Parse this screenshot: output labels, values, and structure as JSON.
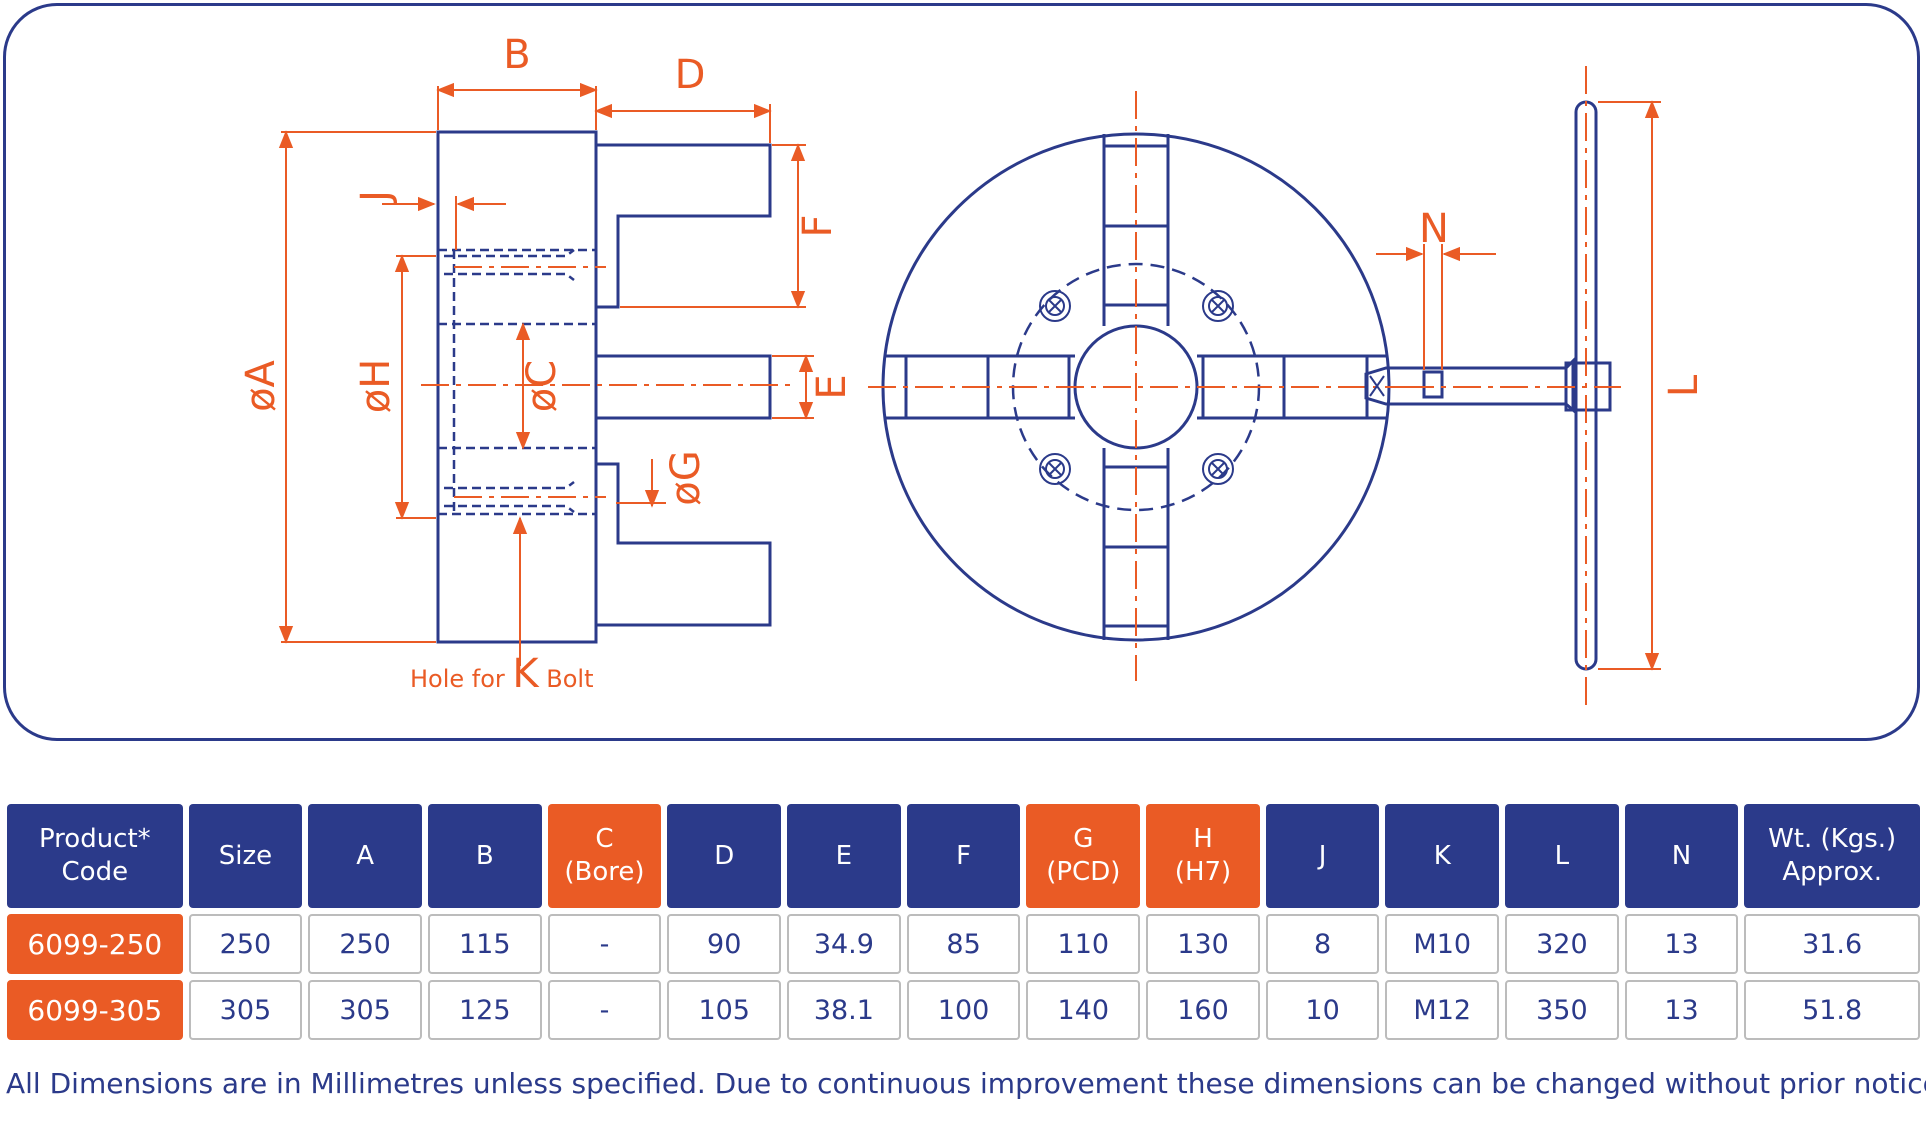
{
  "colors": {
    "navy": "#2b3a8a",
    "orange": "#ea5b25",
    "cell_border": "#bcbcbc"
  },
  "diagram": {
    "labels": {
      "B": "B",
      "D": "D",
      "J": "J",
      "F": "F",
      "A": "øA",
      "H": "øH",
      "C": "øC",
      "E": "E",
      "G": "øG",
      "N": "N",
      "L": "L"
    },
    "hole_note": {
      "prefix": "Hole for ",
      "letter": "K",
      "suffix": " Bolt"
    }
  },
  "table": {
    "headers": [
      {
        "line1": "Product*",
        "line2": "Code",
        "accent": false
      },
      {
        "line1": "Size",
        "line2": "",
        "accent": false
      },
      {
        "line1": "A",
        "line2": "",
        "accent": false
      },
      {
        "line1": "B",
        "line2": "",
        "accent": false
      },
      {
        "line1": "C",
        "line2": "(Bore)",
        "accent": true
      },
      {
        "line1": "D",
        "line2": "",
        "accent": false
      },
      {
        "line1": "E",
        "line2": "",
        "accent": false
      },
      {
        "line1": "F",
        "line2": "",
        "accent": false
      },
      {
        "line1": "G",
        "line2": "(PCD)",
        "accent": true
      },
      {
        "line1": "H",
        "line2": "(H7)",
        "accent": true
      },
      {
        "line1": "J",
        "line2": "",
        "accent": false
      },
      {
        "line1": "K",
        "line2": "",
        "accent": false
      },
      {
        "line1": "L",
        "line2": "",
        "accent": false
      },
      {
        "line1": "N",
        "line2": "",
        "accent": false
      },
      {
        "line1": "Wt. (Kgs.)",
        "line2": "Approx.",
        "accent": false
      }
    ],
    "rows": [
      [
        "6099-250",
        "250",
        "250",
        "115",
        "-",
        "90",
        "34.9",
        "85",
        "110",
        "130",
        "8",
        "M10",
        "320",
        "13",
        "31.6"
      ],
      [
        "6099-305",
        "305",
        "305",
        "125",
        "-",
        "105",
        "38.1",
        "100",
        "140",
        "160",
        "10",
        "M12",
        "350",
        "13",
        "51.8"
      ]
    ]
  },
  "footnote": "All Dimensions are in Millimetres unless specified. Due to continuous improvement these dimensions can be changed without prior notice."
}
